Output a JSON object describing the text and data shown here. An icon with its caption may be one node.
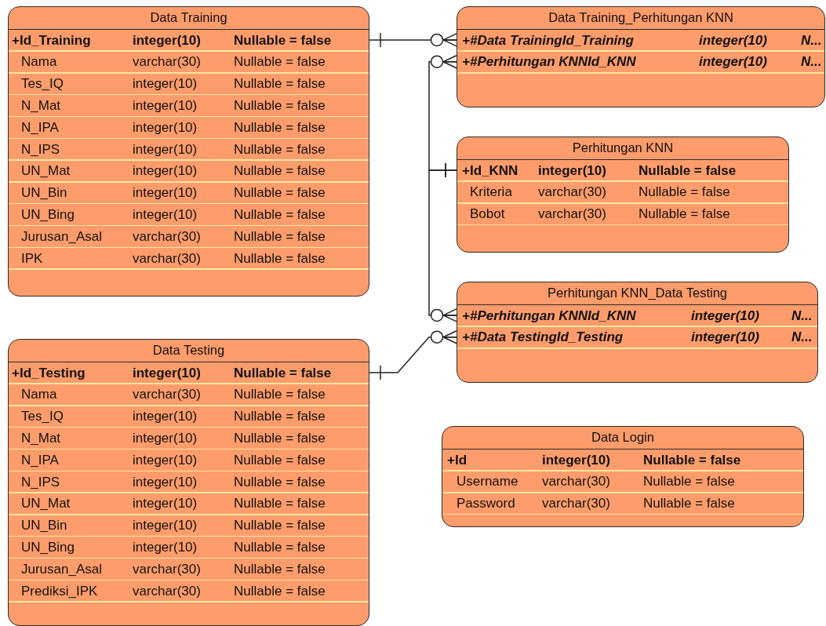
{
  "diagram": {
    "nodes": [
      {
        "text": [
          "Data Training",
          "+Id_Training",
          "integer(10)",
          "Nullable = false",
          "Nama",
          "varchar(30)",
          "Nullable = false",
          "Tes_IQ",
          "integer(10)",
          "Nullable = false",
          "N_Mat",
          "integer(10)",
          "Nullable = false",
          "N_IPA",
          "integer(10)",
          "Nullable = false",
          "N_IPS",
          "integer(10)",
          "Nullable = false",
          "UN_Mat",
          "integer(10)",
          "Nullable = false",
          "UN_Bin",
          "integer(10)",
          "Nullable = false",
          "UN_Bing",
          "integer(10)",
          "Nullable = false",
          "Jurusan_Asal",
          "varchar(30)",
          "Nullable = false",
          "IPK",
          "varchar(30)",
          "Nullable = false"
        ]
      },
      {
        "text": [
          "Data Training_Perhitungan KNN",
          "+#Data TrainingId_Training",
          "integer(10)",
          "N...",
          "+#Perhitungan KNNId_KNN",
          "integer(10)",
          "N..."
        ]
      },
      {
        "text": [
          "Perhitungan KNN",
          "+Id_KNN",
          "integer(10)",
          "Nullable = false",
          "Kriteria",
          "varchar(30)",
          "Nullable = false",
          "Bobot",
          "varchar(30)",
          "Nullable = false"
        ]
      },
      {
        "text": [
          "Perhitungan KNN_Data Testing",
          "+#Perhitungan KNNId_KNN",
          "integer(10)",
          "N...",
          "+#Data TestingId_Testing",
          "integer(10)",
          "N..."
        ]
      },
      {
        "text": [
          "Data Testing",
          "+Id_Testing",
          "integer(10)",
          "Nullable = false",
          "Nama",
          "varchar(30)",
          "Nullable = false",
          "Tes_IQ",
          "integer(10)",
          "Nullable = false",
          "N_Mat",
          "integer(10)",
          "Nullable = false",
          "N_IPA",
          "integer(10)",
          "Nullable = false",
          "N_IPS",
          "integer(10)",
          "Nullable = false",
          "UN_Mat",
          "integer(10)",
          "Nullable = false",
          "UN_Bin",
          "integer(10)",
          "Nullable = false",
          "UN_Bing",
          "integer(10)",
          "Nullable = false",
          "Jurusan_Asal",
          "varchar(30)",
          "Nullable = false",
          "Prediksi_IPK",
          "varchar(30)",
          "Nullable = false"
        ]
      },
      {
        "text": [
          "Data Login",
          "+Id",
          "integer(10)",
          "Nullable = false",
          "Username",
          "varchar(30)",
          "Nullable = false",
          "Password",
          "varchar(30)",
          "Nullable = false"
        ]
      }
    ],
    "edges": [
      {
        "from": 0,
        "to": 1,
        "arrow": "other"
      },
      {
        "from": 2,
        "to": 1,
        "arrow": "other"
      },
      {
        "from": 2,
        "to": 3,
        "arrow": "other"
      },
      {
        "from": 4,
        "to": 3,
        "arrow": "other"
      }
    ]
  }
}
